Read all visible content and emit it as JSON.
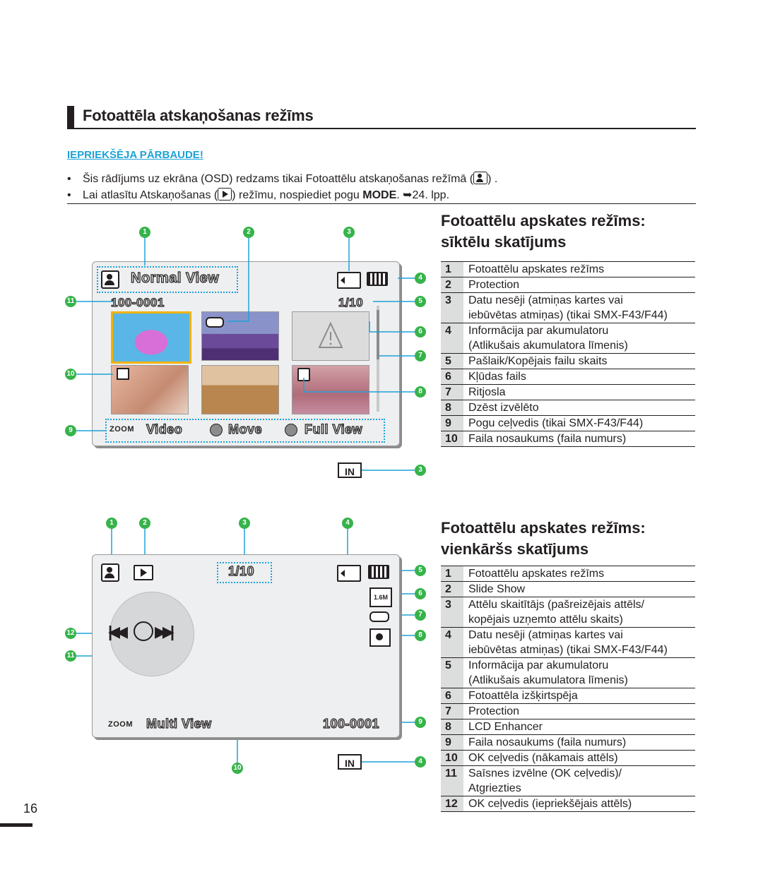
{
  "header": {
    "title": "Fotoattēla atskaņošanas režīms",
    "precheck": "IEPRIEKŠĒJA PĀRBAUDE!",
    "bullet1_a": "Šis rādījums uz ekrāna (OSD) redzams tikai Fotoattēlu atskaņošanas režīmā (",
    "bullet1_b": ") .",
    "bullet2_a": "Lai atlasītu Atskaņošanas (",
    "bullet2_b": ") režīmu, nospiediet pogu ",
    "bullet2_mode": "MODE",
    "bullet2_c": ". ➥24. lpp."
  },
  "section1": {
    "heading_line1": "Fotoattēlu apskates režīms:",
    "heading_line2": "sīktēlu skatījums",
    "items": [
      {
        "n": "1",
        "lines": [
          "Fotoattēlu apskates režīms"
        ]
      },
      {
        "n": "2",
        "lines": [
          "Protection"
        ]
      },
      {
        "n": "3",
        "lines": [
          "Datu nesēji (atmiņas kartes vai",
          "iebūvētas atmiņas) (tikai SMX-F43/F44)"
        ]
      },
      {
        "n": "4",
        "lines": [
          "Informācija par akumulatoru",
          "(Atlikušais akumulatora līmenis)"
        ]
      },
      {
        "n": "5",
        "lines": [
          "Pašlaik/Kopējais failu skaits"
        ]
      },
      {
        "n": "6",
        "lines": [
          "Kļūdas fails"
        ]
      },
      {
        "n": "7",
        "lines": [
          "Ritjosla"
        ]
      },
      {
        "n": "8",
        "lines": [
          "Dzēst izvēlēto"
        ]
      },
      {
        "n": "9",
        "lines": [
          "Pogu ceļvedis (tikai SMX-F43/F44)"
        ]
      },
      {
        "n": "10",
        "lines": [
          "Faila nosaukums (faila numurs)"
        ]
      }
    ]
  },
  "section2": {
    "heading_line1": "Fotoattēlu apskates režīms:",
    "heading_line2": "vienkāršs skatījums",
    "items": [
      {
        "n": "1",
        "lines": [
          "Fotoattēlu apskates režīms"
        ]
      },
      {
        "n": "2",
        "lines": [
          "Slide Show"
        ]
      },
      {
        "n": "3",
        "lines": [
          "Attēlu skaitītājs (pašreizējais attēls/",
          "kopējais uzņemto attēlu skaits)"
        ]
      },
      {
        "n": "4",
        "lines": [
          "Datu nesēji (atmiņas kartes vai",
          "iebūvētas atmiņas) (tikai SMX-F43/F44)"
        ]
      },
      {
        "n": "5",
        "lines": [
          "Informācija par akumulatoru",
          "(Atlikušais akumulatora līmenis)"
        ]
      },
      {
        "n": "6",
        "lines": [
          "Fotoattēla izšķirtspēja"
        ]
      },
      {
        "n": "7",
        "lines": [
          "Protection"
        ]
      },
      {
        "n": "8",
        "lines": [
          "LCD Enhancer"
        ]
      },
      {
        "n": "9",
        "lines": [
          "Faila nosaukums (faila numurs)"
        ]
      },
      {
        "n": "10",
        "lines": [
          "OK ceļvedis (nākamais attēls)"
        ]
      },
      {
        "n": "11",
        "lines": [
          "Saīsnes izvēlne (OK ceļvedis)/",
          "Atgriezties"
        ]
      },
      {
        "n": "12",
        "lines": [
          "OK ceļvedis (iepriekšējais attēls)"
        ]
      }
    ]
  },
  "screen1": {
    "mode_label": "Normal View",
    "file_name": "100-0001",
    "counter": "1/10",
    "zoom": "ZOOM",
    "guide_video": "Video",
    "guide_move": "Move",
    "guide_full": "Full View",
    "in_label": "IN",
    "markers": [
      "1",
      "2",
      "3",
      "4",
      "5",
      "6",
      "7",
      "8",
      "9",
      "10",
      "11",
      "3"
    ]
  },
  "screen2": {
    "counter": "1/10",
    "resolution": "1.6M",
    "zoom": "ZOOM",
    "multi_view": "Multi View",
    "file_name": "100-0001",
    "in_label": "IN",
    "markers": [
      "1",
      "2",
      "3",
      "4",
      "5",
      "6",
      "7",
      "8",
      "9",
      "10",
      "11",
      "12",
      "4"
    ]
  },
  "page_number": "16",
  "colors": {
    "accent": "#1da2d8",
    "marker": "#36b34a",
    "text": "#231f20"
  }
}
